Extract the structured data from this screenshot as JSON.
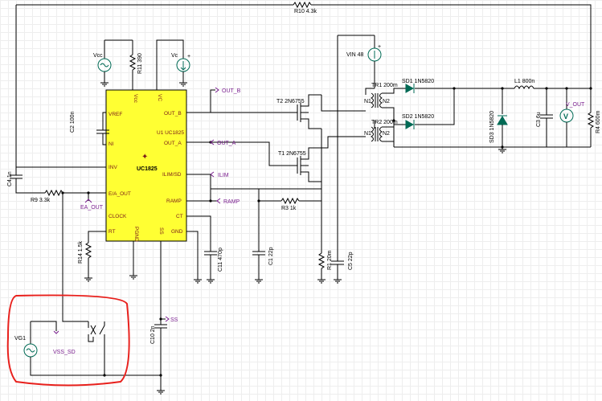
{
  "components": {
    "r10": "R10 4.3k",
    "r11": "R11 390",
    "vcc": "Vcc",
    "vc": "Vc",
    "vin": "VIN 48",
    "c2": "C2 100n",
    "c4": "C4 1n",
    "r9": "R9 3.3k",
    "r14": "R14 1.5k",
    "c11": "C11 470p",
    "c1": "C1 22p",
    "r3": "R3 1k",
    "r1": "R1 20m",
    "c5": "C5 22p",
    "c10": "C10 2n",
    "t1": "T1 2N6755",
    "t2": "T2 2N6755",
    "tr1": "TR1 200m",
    "tr2": "TR2 200m",
    "sd1": "SD1 1N5820",
    "sd2": "SD2 1N5820",
    "sd3": "SD3 1N5820",
    "l1": "L1 800n",
    "c3": "C3 6u",
    "r4": "R4 600m",
    "vg1": "VG1",
    "n1a": "N1",
    "n2a": "N2",
    "n1b": "N1",
    "n2b": "N2"
  },
  "chip": {
    "name": "UC1825",
    "ref": "U1 UC1825",
    "pins": {
      "vref": "VREF",
      "ni": "NI",
      "inv": "INV",
      "ea_out": "E/A_OUT",
      "clock": "CLOCK",
      "rt": "RT",
      "out_b": "OUT_B",
      "out_a": "OUT_A",
      "ilim": "ILIM/SD",
      "ramp": "RAMP",
      "ct": "CT",
      "gnd": "GND",
      "vcc": "Vcc",
      "vc": "VC",
      "pgnd": "PGND",
      "ss": "SS"
    }
  },
  "net_labels": {
    "out_b": "OUT_B",
    "out_a": "OUT_A",
    "ilim": "ILIM",
    "ramp": "RAMP",
    "ea_out": "EA_OUT",
    "ss": "SS",
    "v_out": "V_OUT",
    "vss_sd": "VSS_SD"
  },
  "meter_symbol": "V",
  "colors": {
    "chip_fill": "#ffff33",
    "highlight": "#e8201c",
    "label_purple": "#7a1f8f",
    "source_green": "#006a55"
  }
}
